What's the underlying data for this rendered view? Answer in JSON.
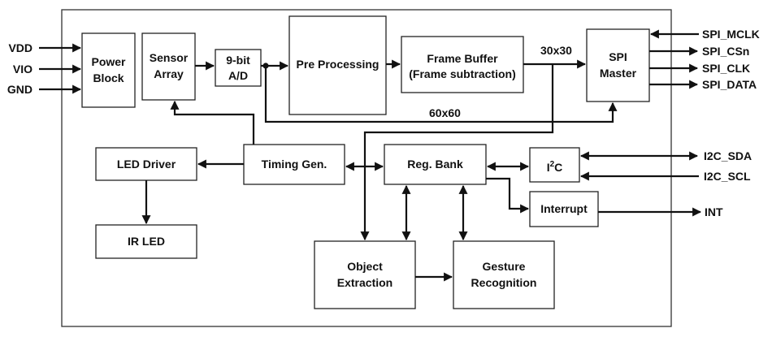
{
  "blocks": {
    "power_block": [
      "Power",
      "Block"
    ],
    "sensor_array": [
      "Sensor",
      "Array"
    ],
    "adc": [
      "9-bit",
      "A/D"
    ],
    "pre_processing": [
      "Pre Processing"
    ],
    "frame_buffer": [
      "Frame Buffer",
      "(Frame subtraction)"
    ],
    "spi_master": [
      "SPI",
      "Master"
    ],
    "led_driver": [
      "LED Driver"
    ],
    "ir_led": [
      "IR LED"
    ],
    "timing_gen": [
      "Timing Gen."
    ],
    "reg_bank": [
      "Reg. Bank"
    ],
    "i2c": {
      "main": "I",
      "sup": "2",
      "tail": "C"
    },
    "interrupt": [
      "Interrupt"
    ],
    "object_extraction": [
      "Object",
      "Extraction"
    ],
    "gesture_recognition": [
      "Gesture",
      "Recognition"
    ]
  },
  "signals": {
    "vdd": "VDD",
    "vio": "VIO",
    "gnd": "GND",
    "spi_mclk": "SPI_MCLK",
    "spi_csn": "SPI_CSn",
    "spi_clk": "SPI_CLK",
    "spi_data": "SPI_DATA",
    "i2c_sda": "I2C_SDA",
    "i2c_scl": "I2C_SCL",
    "int": "INT"
  },
  "bus_labels": {
    "res_30": "30x30",
    "res_60": "60x60"
  }
}
